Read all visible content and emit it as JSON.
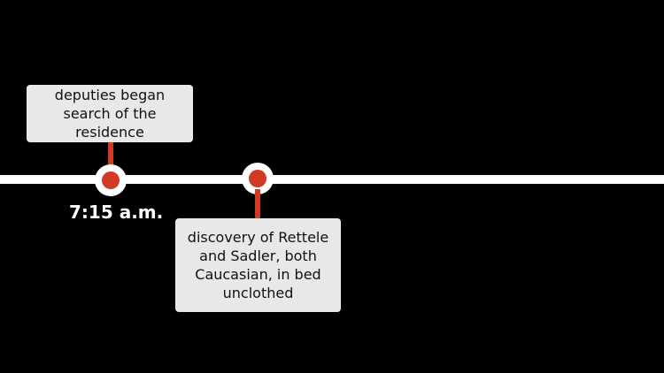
{
  "colors": {
    "background": "#000000",
    "line": "#ffffff",
    "marker": "#d13a24",
    "box": "#e8e8e8"
  },
  "events": [
    {
      "text": "deputies began search of the residence",
      "time": "7:15 a.m."
    },
    {
      "text": "discovery of Rettele and Sadler, both Caucasian, in bed unclothed"
    }
  ]
}
